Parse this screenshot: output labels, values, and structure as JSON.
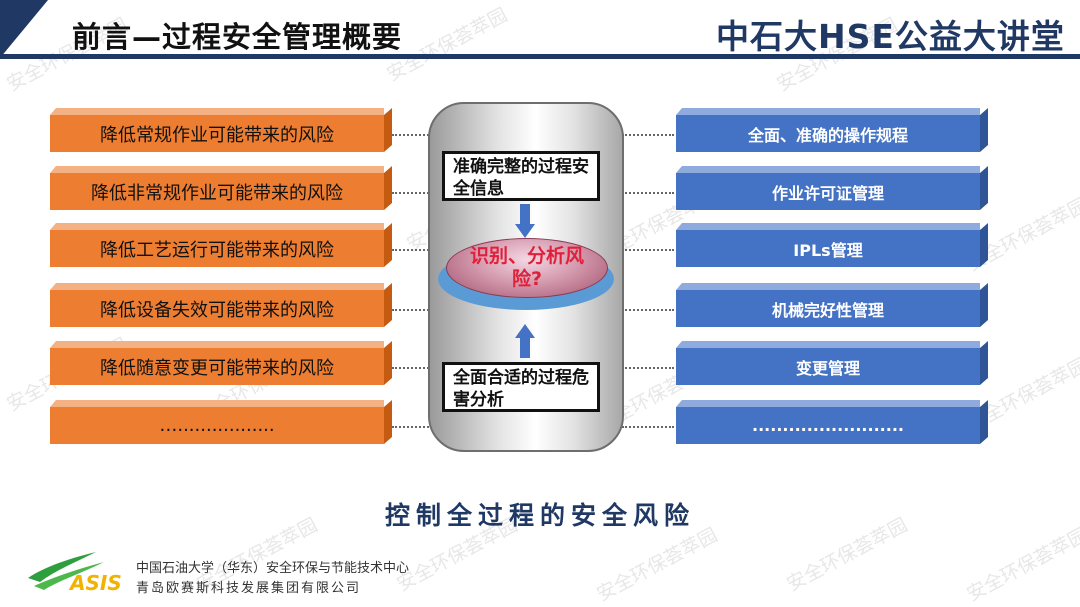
{
  "header": {
    "page_title": "前言—过程安全管理概要",
    "brand": "中石大HSE公益大讲堂"
  },
  "left_items": [
    "降低常规作业可能带来的风险",
    "降低非常规作业可能带来的风险",
    "降低工艺运行可能带来的风险",
    "降低设备失效可能带来的风险",
    "降低随意变更可能带来的风险",
    "…................."
  ],
  "right_items": [
    "全面、准确的操作规程",
    "作业许可证管理",
    "IPLs管理",
    "机械完好性管理",
    "变更管理",
    "........................."
  ],
  "center": {
    "top_box": "准确完整的过程安全信息",
    "disc_label": "识别、分析风险?",
    "bottom_box": "全面合适的过程危害分析"
  },
  "bottom_title": "控制全过程的安全风险",
  "footer": {
    "logo_text": "ASIS",
    "org_line1": "中国石油大学（华东）安全环保与节能技术中心",
    "org_line2": "青岛欧赛斯科技发展集团有限公司"
  },
  "watermark": "安全环保荟萃园",
  "colors": {
    "navy": "#1f3864",
    "orange": "#ed7d31",
    "blue": "#4472c4",
    "red_text": "#e0203a",
    "logo_green": "#2e9e3e",
    "logo_yellow": "#f0b400"
  }
}
